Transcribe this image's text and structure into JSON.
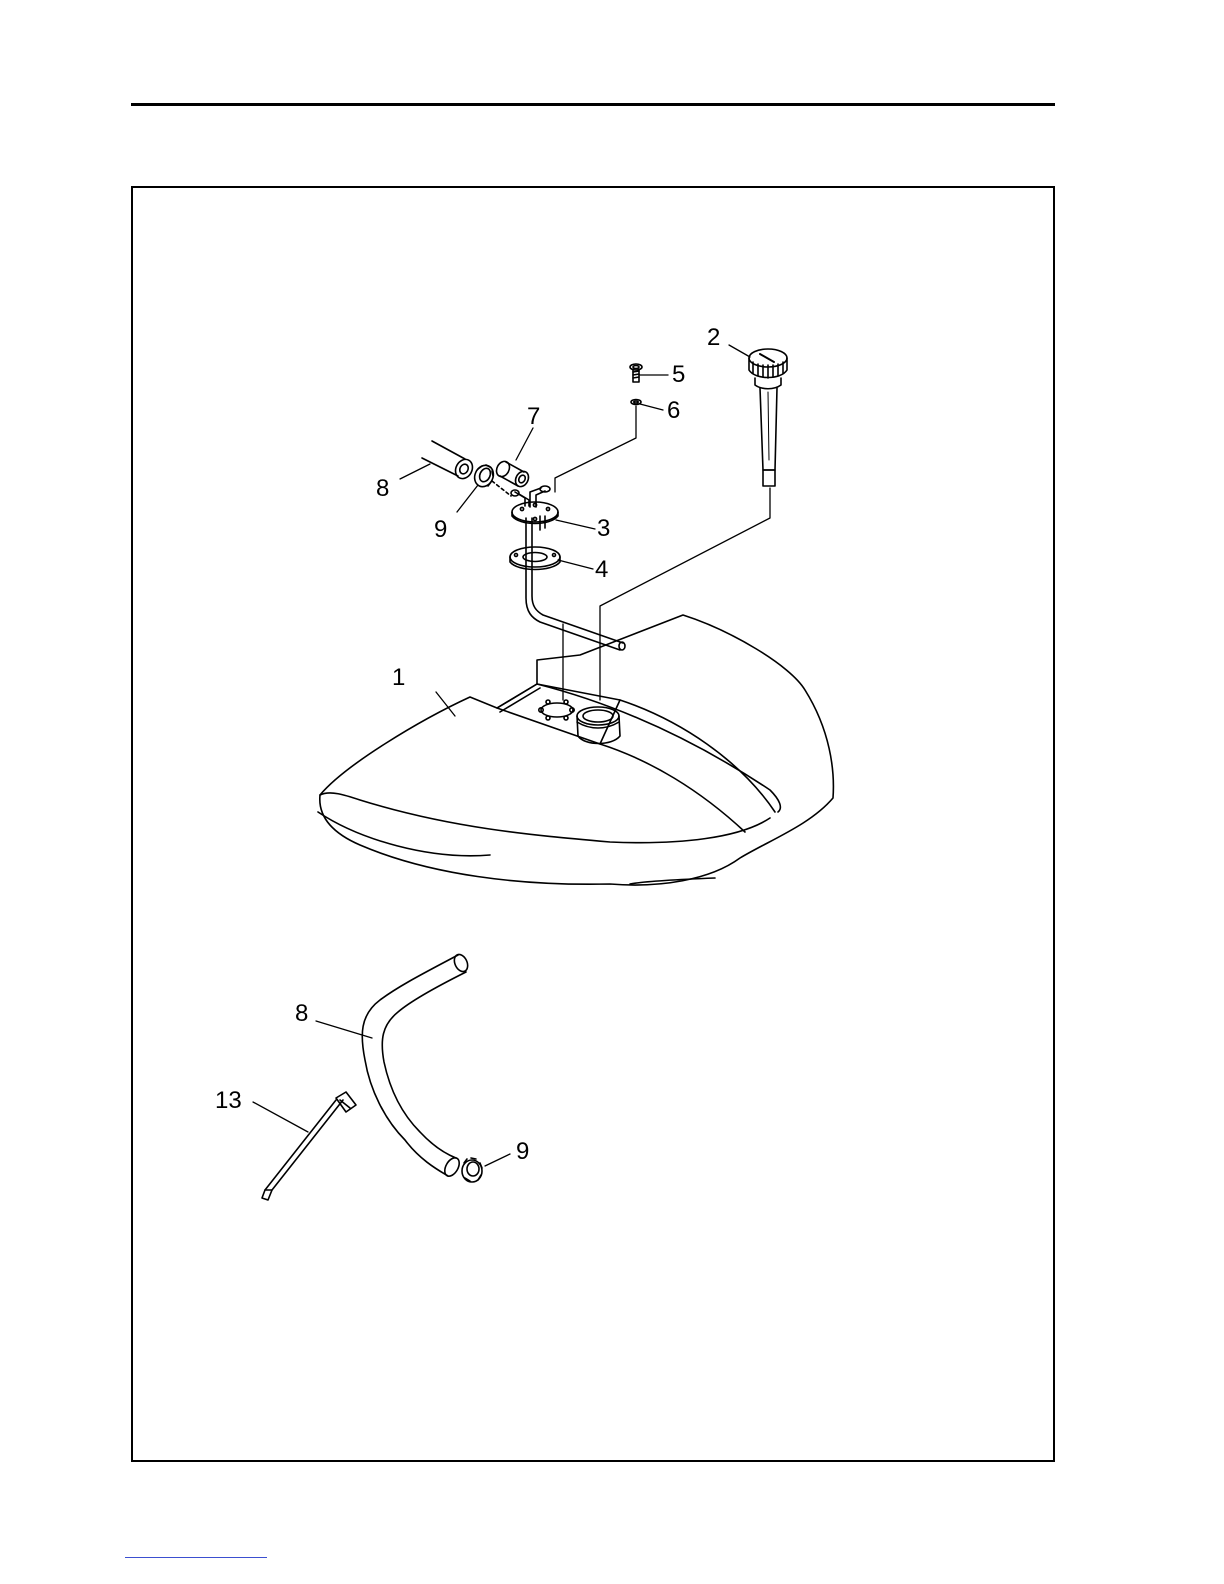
{
  "callouts": {
    "c1": "1",
    "c2": "2",
    "c3": "3",
    "c4": "4",
    "c5": "5",
    "c6": "6",
    "c7": "7",
    "c8_top": "8",
    "c9_top": "9",
    "c8_bottom": "8",
    "c9_bottom": "9",
    "c13": "13"
  },
  "colors": {
    "line": "#000000",
    "background": "#ffffff",
    "link_underline": "#3b4fd0"
  }
}
